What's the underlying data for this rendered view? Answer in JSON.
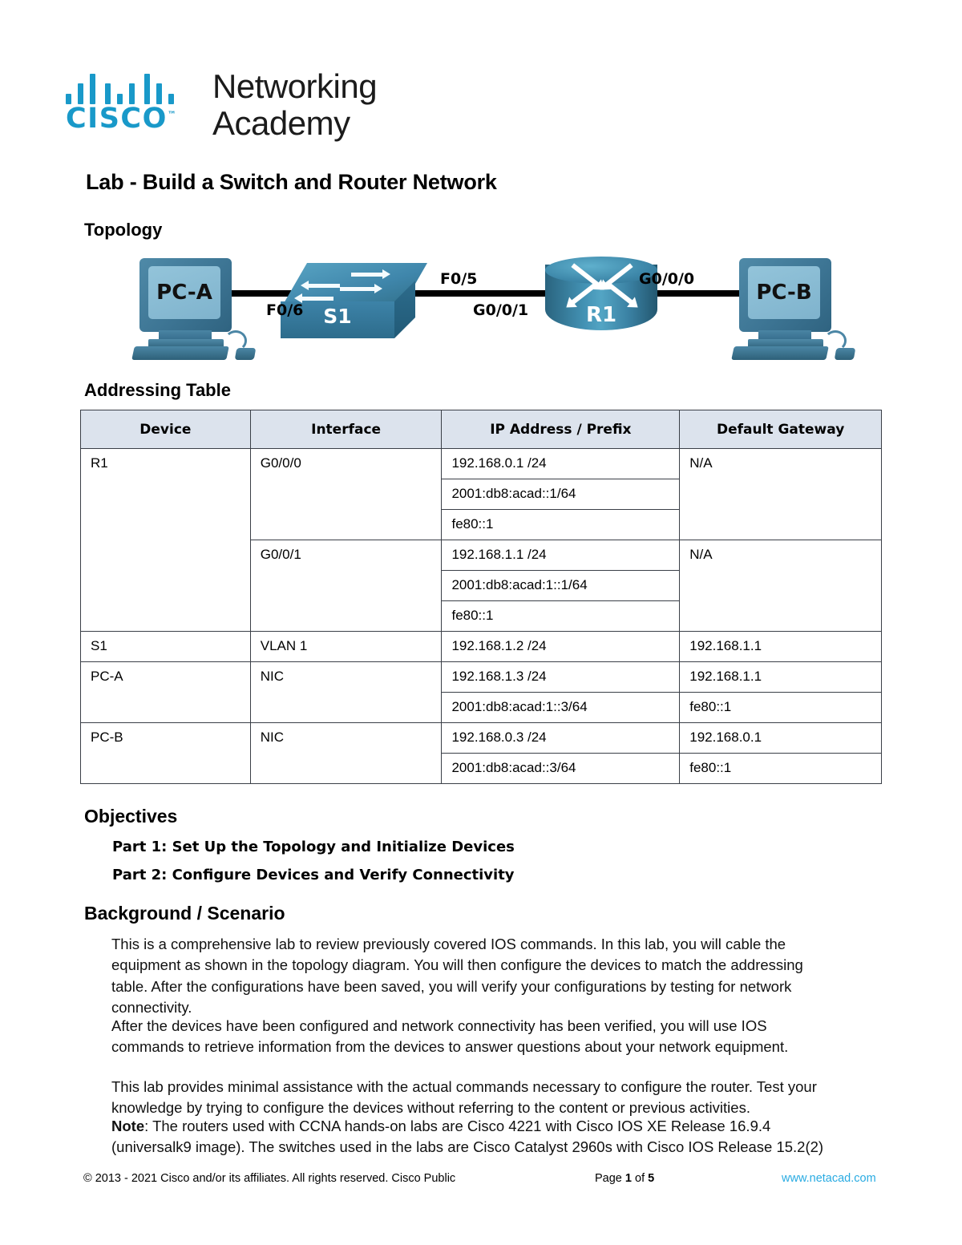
{
  "logo": {
    "brand": "CISCO",
    "tm": "™",
    "line1": "Networking",
    "line2": "Academy"
  },
  "document": {
    "title": "Lab - Build a Switch and Router Network"
  },
  "sections": {
    "topology": "Topology",
    "addressing": "Addressing Table",
    "objectives": "Objectives",
    "background": "Background / Scenario"
  },
  "topology": {
    "pc_a": "PC-A",
    "pc_b": "PC-B",
    "switch": "S1",
    "router": "R1",
    "labels": {
      "f0_6": "F0/6",
      "f0_5": "F0/5",
      "g0_0_1": "G0/0/1",
      "g0_0_0": "G0/0/0"
    }
  },
  "table": {
    "headers": [
      "Device",
      "Interface",
      "IP Address / Prefix",
      "Default Gateway"
    ],
    "rows": [
      {
        "device": "R1",
        "interface": "G0/0/0",
        "ip": "192.168.0.1 /24",
        "gateway": "N/A"
      },
      {
        "device": "",
        "interface": "",
        "ip": "2001:db8:acad::1/64",
        "gateway": ""
      },
      {
        "device": "",
        "interface": "",
        "ip": "fe80::1",
        "gateway": ""
      },
      {
        "device": "",
        "interface": "G0/0/1",
        "ip": "192.168.1.1 /24",
        "gateway": "N/A"
      },
      {
        "device": "",
        "interface": "",
        "ip": "2001:db8:acad:1::1/64",
        "gateway": ""
      },
      {
        "device": "",
        "interface": "",
        "ip": "fe80::1",
        "gateway": ""
      },
      {
        "device": "S1",
        "interface": "VLAN 1",
        "ip": "192.168.1.2 /24",
        "gateway": "192.168.1.1"
      },
      {
        "device": "PC-A",
        "interface": "NIC",
        "ip": "192.168.1.3 /24",
        "gateway": "192.168.1.1"
      },
      {
        "device": "",
        "interface": "",
        "ip": "2001:db8:acad:1::3/64",
        "gateway": "fe80::1"
      },
      {
        "device": "PC-B",
        "interface": "NIC",
        "ip": "192.168.0.3 /24",
        "gateway": "192.168.0.1"
      },
      {
        "device": "",
        "interface": "",
        "ip": "2001:db8:acad::3/64",
        "gateway": "fe80::1"
      }
    ]
  },
  "objectives": [
    "Part 1: Set Up the Topology and Initialize Devices",
    "Part 2: Configure Devices and Verify Connectivity"
  ],
  "background": {
    "p1": "This is a comprehensive lab to review previously covered IOS commands. In this lab, you will cable the equipment as shown in the topology diagram. You will then configure the devices to match the addressing table. After the configurations have been saved, you will verify your configurations by testing for network connectivity.",
    "p2": "After the devices have been configured and network connectivity has been verified, you will use IOS commands to retrieve information from the devices to answer questions about your network equipment.",
    "p3": "This lab provides minimal assistance with the actual commands necessary to configure the router. Test your knowledge by trying to configure the devices without referring to the content or previous activities.",
    "note_label": "Note",
    "note_text": ": The routers used with CCNA hands-on labs are Cisco 4221 with Cisco IOS XE Release 16.9.4 (universalk9 image). The switches used in the labs are Cisco Catalyst 2960s with Cisco IOS Release 15.2(2)"
  },
  "footer": {
    "copyright": "© 2013 - 2021 Cisco and/or its affiliates. All rights reserved. Cisco Public",
    "page_prefix": "Page ",
    "page_number": "1",
    "page_middle": " of ",
    "page_total": "5",
    "link": "www.netacad.com"
  },
  "colors": {
    "brand_blue": "#1999c9",
    "link_blue": "#29ABE2",
    "table_header_bg": "#dce3ed",
    "table_border": "#3a3f47",
    "device_teal": "#3d83a8"
  }
}
